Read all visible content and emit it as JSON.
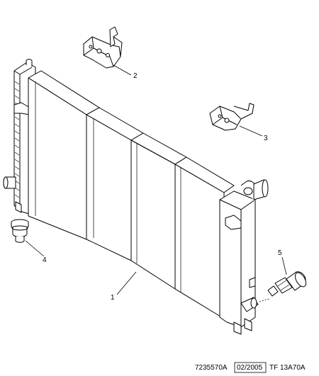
{
  "callouts": {
    "radiator": "1",
    "upper_bracket": "2",
    "right_bracket": "3",
    "rubber_mount": "4",
    "temperature_switch": "5"
  },
  "footer": {
    "ref_code": "7235570A",
    "date": "02/2005",
    "model_code": "TF 13A70A"
  }
}
